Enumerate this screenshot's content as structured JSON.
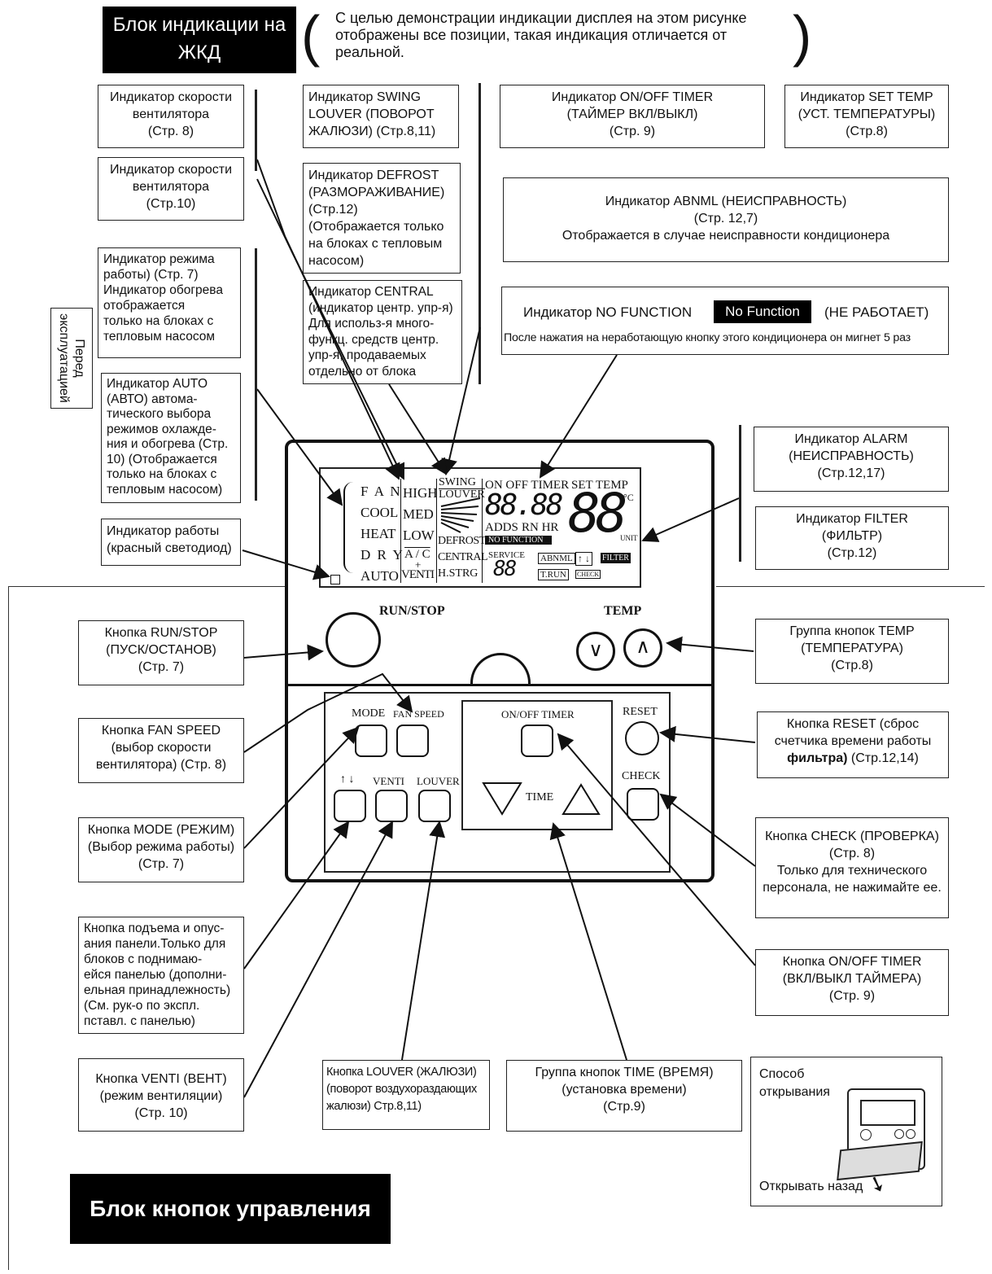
{
  "header": {
    "lcd_block_line1": "Блок индикации на",
    "lcd_block_line2": "ЖКД",
    "note_line1": "С целью демонстрации индикации дисплея на этом рисунке",
    "note_line2": "отображены все позиции, такая индикация отличается от",
    "note_line3": "реальной."
  },
  "side_tab": {
    "line1": "Перед",
    "line2": "эксплуатацией"
  },
  "callouts": {
    "fan_speed_1": [
      "Индикатор скорости",
      "вентилятора",
      "(Стр. 8)"
    ],
    "fan_speed_2": [
      "Индикатор скорости",
      "вентилятора",
      "(Стр.10)"
    ],
    "mode": [
      "Индикатор режима",
      "работы) (Стр. 7)",
      "Индикатор обогрева",
      "отображается",
      "только на блоках с",
      "тепловым насосом"
    ],
    "auto": [
      "Индикатор AUTO",
      "(АВТО) автома-",
      "тического выбора",
      "режимов охлажде-",
      "ния и обогрева (Стр.",
      "10) (Отображается",
      "только на блоках с",
      "тепловым насосом)"
    ],
    "run_led": [
      "Индикатор работы",
      "(красный светодиод)"
    ],
    "swing": [
      "Индикатор SWING",
      "LOUVER (ПОВОРОТ",
      "ЖАЛЮЗИ) (Стр.8,11)"
    ],
    "defrost": [
      "Индикатор DEFROST",
      "(РАЗМОРАЖИВАНИЕ)",
      "(Стр.12)",
      "(Отображается только",
      "на блоках с тепловым",
      "насосом)"
    ],
    "central": [
      "Индикатор CENTRAL",
      "(индикатор центр. упр-я)",
      "Для использ-я много-",
      "функц. средств центр.",
      "упр-я, продаваемых",
      "отдельно от блока"
    ],
    "onoff_timer_ind": [
      "Индикатор ON/OFF TIMER",
      "(ТАЙМЕР ВКЛ/ВЫКЛ)",
      "(Стр. 9)"
    ],
    "set_temp": [
      "Индикатор SET TEMP",
      "(УСТ. ТЕМПЕРАТУРЫ)",
      "(Стр.8)"
    ],
    "abnml": [
      "Индикатор ABNML (НЕИСПРАВНОСТЬ)",
      "(Стр. 12,7)",
      "Отображается в случае неисправности кондиционера"
    ],
    "no_function_prefix": "Индикатор NO FUNCTION",
    "no_function_badge": "No Function",
    "no_function_suffix": "(НЕ РАБОТАЕТ)",
    "no_function_note": "После нажатия на неработающую кнопку этого кондиционера он мигнет 5 раз",
    "alarm": [
      "Индикатор ALARM",
      "(НЕИСПРАВНОСТЬ)",
      "(Стр.12,17)"
    ],
    "filter": [
      "Индикатор FILTER",
      "(ФИЛЬТР)",
      "(Стр.12)"
    ],
    "run_stop_btn": [
      "Кнопка RUN/STOP",
      "(ПУСК/ОСТАНОВ)",
      "(Стр. 7)"
    ],
    "fan_speed_btn": [
      "Кнопка FAN SPEED",
      "(выбор скорости",
      "вентилятора) (Стр. 8)"
    ],
    "mode_btn": [
      "Кнопка MODE (РЕЖИМ)",
      "(Выбор режима работы)",
      "(Стр. 7)"
    ],
    "panel_btn": [
      "Кнопка подъема и опус-",
      "ания панели.Только для",
      "блоков с поднимаю-",
      "ейся панелью (дополни-",
      "ельная принадлежность)",
      "(См. рук-о по экспл.",
      "пставл. с панелью)"
    ],
    "venti_btn": [
      "Кнопка VENTI (ВЕНТ)",
      "(режим вентиляции)",
      "(Стр. 10)"
    ],
    "louver_btn": [
      "Кнопка LOUVER (ЖАЛЮЗИ)",
      "(поворот воздухораздающих",
      "жалюзи) Стр.8,11)"
    ],
    "time_group": [
      "Группа кнопок TIME (ВРЕМЯ)",
      "(установка времени)",
      "(Стр.9)"
    ],
    "temp_group": [
      "Группа кнопок TEMP",
      "(ТЕМПЕРАТУРА)",
      "(Стр.8)"
    ],
    "reset_btn_line1": "Кнопка RESET (сброс",
    "reset_btn_line2": "счетчика времени работы",
    "reset_btn_bold": "фильтра)",
    "reset_btn_tail": " (Стр.12,14)",
    "check_btn": [
      "Кнопка CHECK (ПРОВЕРКА)",
      "(Стр. 8)",
      "Только для технического",
      "персонала, не нажимайте ее."
    ],
    "onoff_timer_btn": [
      "Кнопка ON/OFF TIMER",
      "(ВКЛ/ВЫКЛ ТАЙМЕРА)",
      "(Стр. 9)"
    ],
    "opening": {
      "line1": "Способ",
      "line2": "открывания",
      "line3": "Открывать назад"
    }
  },
  "device": {
    "lcd": {
      "modes": [
        "F A N",
        "COOL",
        "HEAT",
        "D R Y",
        "AUTO"
      ],
      "speeds": [
        "HIGH",
        "MED",
        "LOW"
      ],
      "ac_venti_1": "A / C",
      "ac_venti_2": "+",
      "ac_venti_3": "VENTI",
      "swing_1": "SWING",
      "swing_2": "LOUVER",
      "defrost": "DEFROST",
      "central": "CENTRAL",
      "hstrg": "H.STRG",
      "onoff_timer": "ON OFF TIMER",
      "time_digits": "88.88",
      "adds": "ADDS",
      "rn_hr": "RN HR",
      "no_function": "NO FUNCTION",
      "service": "SERVICE",
      "service_digits": "88",
      "set_temp": "SET TEMP",
      "temp_digits": "88",
      "degc": "°C",
      "unit": "UNIT",
      "abnml": "ABNML",
      "arrows": "↑ ↓",
      "filter": "FILTER",
      "trun": "T.RUN",
      "check": "CHECK"
    },
    "labels": {
      "run_stop": "RUN/STOP",
      "temp": "TEMP",
      "mode": "MODE",
      "fan_speed": "FAN SPEED",
      "updown": "↑ ↓",
      "venti": "VENTI",
      "louver": "LOUVER",
      "onoff_timer": "ON/OFF TIMER",
      "time": "TIME",
      "reset": "RESET",
      "check": "CHECK",
      "temp_down": "∨",
      "temp_up": "∧"
    }
  },
  "footer": {
    "control_block": "Блок кнопок управления"
  }
}
